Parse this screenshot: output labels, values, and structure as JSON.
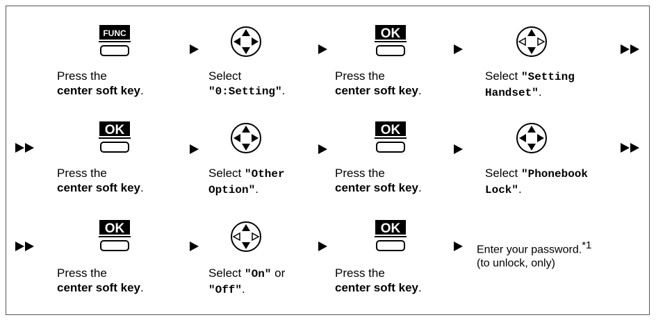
{
  "text": {
    "press_the": "Press the",
    "center_soft_key": "center soft key",
    "period": ".",
    "select": "Select",
    "select_sp": "Select ",
    "q0_setting": "\"0:Setting\"",
    "q_setting": "\"Setting",
    "handset_q": "Handset\"",
    "q_other": "\"Other",
    "option_q": "Option\"",
    "q_phonebook": "\"Phonebook",
    "lock_q": "Lock\"",
    "q_on": "\"On\"",
    "or": " or",
    "q_off": "\"Off\"",
    "enter_password": "Enter your password.",
    "footnote": "*1",
    "unlock_only": "(to unlock, only)"
  },
  "keys": {
    "func": "FUNC",
    "ok": "OK"
  },
  "icons": {
    "navigator_active_lr": "navigator-left-right-icon",
    "navigator_active_ud": "navigator-up-down-icon",
    "step_arrow": "step-arrow-icon",
    "continue_arrow": "double-arrow-icon"
  }
}
